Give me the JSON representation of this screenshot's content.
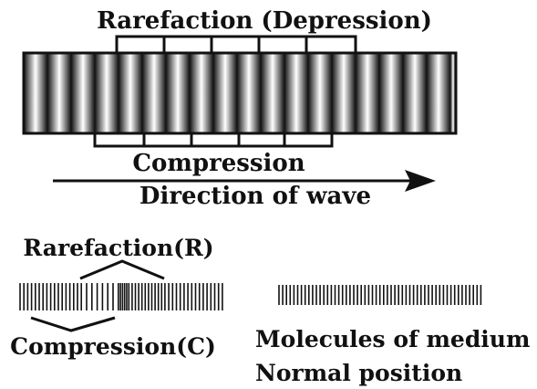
{
  "labels": {
    "rarefaction_top": "Rarefaction (Depression)",
    "compression": "Compression",
    "direction": "Direction of wave",
    "rarefaction_r": "Rarefaction(R)",
    "compression_c": "Compression(C)",
    "molecules": "Molecules of medium .",
    "normal_position": "Normal position"
  },
  "colors": {
    "ink": "#111111",
    "band_dark": "#111111",
    "band_light": "#ffffff",
    "background": "#ffffff"
  }
}
